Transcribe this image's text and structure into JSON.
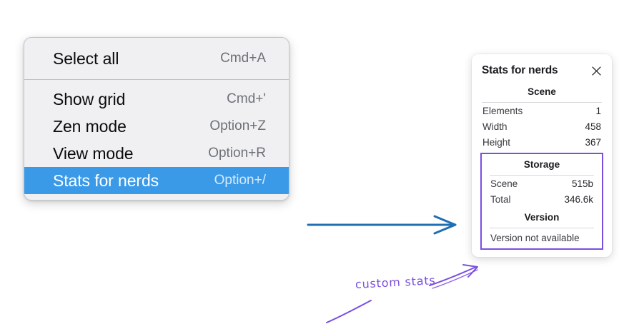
{
  "canvas": {
    "background": "#ffffff",
    "accent_blue": "#3b9ae8",
    "arrow_blue": "#1f6fb2",
    "annotation_purple": "#7a4fe0"
  },
  "context_menu": {
    "sections": [
      {
        "items": [
          {
            "label": "Select all",
            "shortcut": "Cmd+A",
            "selected": false
          }
        ]
      },
      {
        "items": [
          {
            "label": "Show grid",
            "shortcut": "Cmd+'",
            "selected": false
          },
          {
            "label": "Zen mode",
            "shortcut": "Option+Z",
            "selected": false
          },
          {
            "label": "View mode",
            "shortcut": "Option+R",
            "selected": false
          },
          {
            "label": "Stats for nerds",
            "shortcut": "Option+/",
            "selected": true
          }
        ]
      }
    ]
  },
  "stats_panel": {
    "title": "Stats for nerds",
    "close_icon": "close-icon",
    "scene": {
      "heading": "Scene",
      "rows": [
        {
          "label": "Elements",
          "value": "1"
        },
        {
          "label": "Width",
          "value": "458"
        },
        {
          "label": "Height",
          "value": "367"
        }
      ]
    },
    "storage": {
      "heading": "Storage",
      "rows": [
        {
          "label": "Scene",
          "value": "515b"
        },
        {
          "label": "Total",
          "value": "346.6k"
        }
      ]
    },
    "version": {
      "heading": "Version",
      "text": "Version not available"
    }
  },
  "annotations": {
    "custom_stats_label": "custom stats",
    "flow_arrow": "arrow-right-icon",
    "pointer_arrow": "annotation-arrow-icon"
  }
}
